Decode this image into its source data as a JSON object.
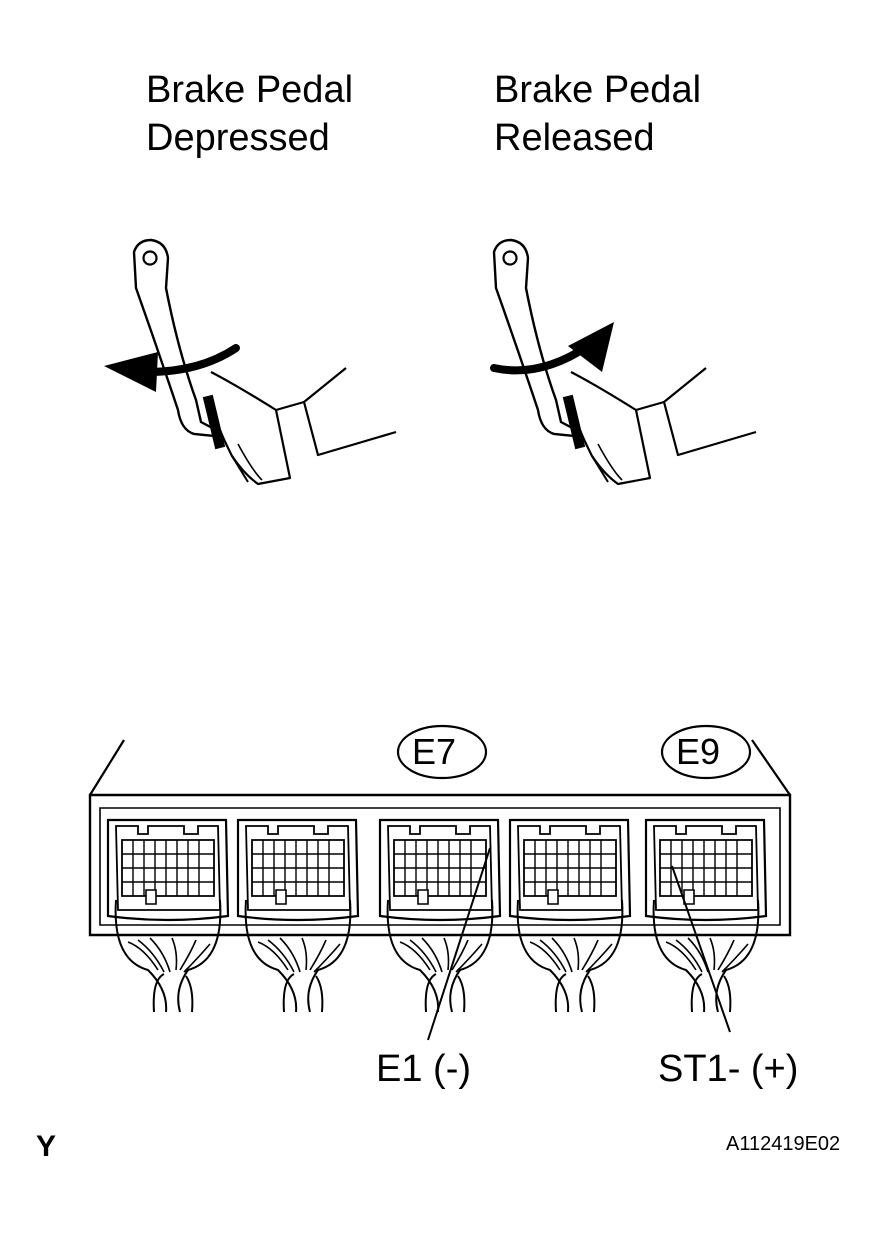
{
  "pedal_left": {
    "line1": "Brake Pedal",
    "line2": "Depressed"
  },
  "pedal_right": {
    "line1": "Brake Pedal",
    "line2": "Released"
  },
  "connectors": {
    "e7": "E7",
    "e9": "E9"
  },
  "pins": {
    "e1": "E1 (-)",
    "st1": "ST1- (+)"
  },
  "footer": {
    "corner_mark": "Y",
    "figure_code": "A112419E02"
  },
  "colors": {
    "ink": "#000000",
    "paper": "#ffffff"
  }
}
